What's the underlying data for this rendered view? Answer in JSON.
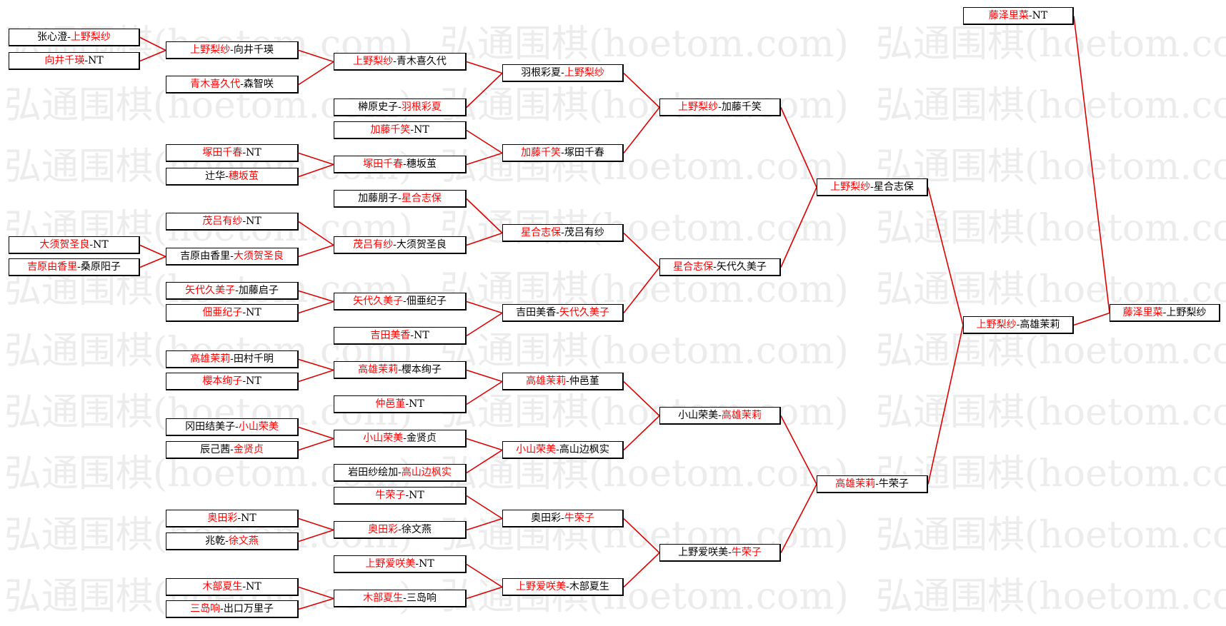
{
  "watermark": "弘通围棋(hoetom.com)",
  "colors": {
    "winner": "#ff0000",
    "loser": "#000000",
    "line": "#e00000"
  },
  "boxes": [
    {
      "id": "r0-1",
      "a": "张心澄",
      "b": "上野梨纱",
      "w": "b"
    },
    {
      "id": "r0-2",
      "a": "向井千瑛",
      "b": "NT",
      "w": "a"
    },
    {
      "id": "r0-3",
      "a": "大须贺圣良",
      "b": "NT",
      "w": "a"
    },
    {
      "id": "r0-4",
      "a": "吉原由香里",
      "b": "桑原阳子",
      "w": "a"
    },
    {
      "id": "r1-1",
      "a": "上野梨纱",
      "b": "向井千瑛",
      "w": "a"
    },
    {
      "id": "r1-2",
      "a": "青木喜久代",
      "b": "森智咲",
      "w": "a"
    },
    {
      "id": "r1-3",
      "a": "塚田千春",
      "b": "NT",
      "w": "a"
    },
    {
      "id": "r1-4",
      "a": "辻华",
      "b": "穗坂茧",
      "w": "b"
    },
    {
      "id": "r1-5",
      "a": "茂吕有纱",
      "b": "NT",
      "w": "a"
    },
    {
      "id": "r1-6",
      "a": "吉原由香里",
      "b": "大须贺圣良",
      "w": "b"
    },
    {
      "id": "r1-7",
      "a": "矢代久美子",
      "b": "加藤启子",
      "w": "a"
    },
    {
      "id": "r1-8",
      "a": "佃亜纪子",
      "b": "NT",
      "w": "a"
    },
    {
      "id": "r1-9",
      "a": "高雄茉莉",
      "b": "田村千明",
      "w": "a"
    },
    {
      "id": "r1-10",
      "a": "櫻本绚子",
      "b": "NT",
      "w": "a"
    },
    {
      "id": "r1-11",
      "a": "冈田结美子",
      "b": "小山荣美",
      "w": "b"
    },
    {
      "id": "r1-12",
      "a": "辰己茜",
      "b": "金贤贞",
      "w": "b"
    },
    {
      "id": "r1-13",
      "a": "奥田彩",
      "b": "NT",
      "w": "a"
    },
    {
      "id": "r1-14",
      "a": "兆乾",
      "b": "徐文燕",
      "w": "b"
    },
    {
      "id": "r1-15",
      "a": "木部夏生",
      "b": "NT",
      "w": "a"
    },
    {
      "id": "r1-16",
      "a": "三岛响",
      "b": "出口万里子",
      "w": "a"
    },
    {
      "id": "r2-1",
      "a": "上野梨纱",
      "b": "青木喜久代",
      "w": "a"
    },
    {
      "id": "r2-2",
      "a": "榊原史子",
      "b": "羽根彩夏",
      "w": "b"
    },
    {
      "id": "r2-3",
      "a": "加藤千笑",
      "b": "NT",
      "w": "a"
    },
    {
      "id": "r2-4",
      "a": "塚田千春",
      "b": "穗坂茧",
      "w": "a"
    },
    {
      "id": "r2-5",
      "a": "加藤朋子",
      "b": "星合志保",
      "w": "b"
    },
    {
      "id": "r2-6",
      "a": "茂吕有纱",
      "b": "大须贺圣良",
      "w": "a"
    },
    {
      "id": "r2-7",
      "a": "矢代久美子",
      "b": "佃亜纪子",
      "w": "a"
    },
    {
      "id": "r2-8",
      "a": "吉田美香",
      "b": "NT",
      "w": "a"
    },
    {
      "id": "r2-9",
      "a": "高雄茉莉",
      "b": "櫻本绚子",
      "w": "a"
    },
    {
      "id": "r2-10",
      "a": "仲邑堇",
      "b": "NT",
      "w": "a"
    },
    {
      "id": "r2-11",
      "a": "小山荣美",
      "b": "金贤贞",
      "w": "a"
    },
    {
      "id": "r2-12",
      "a": "岩田纱绘加",
      "b": "高山边枫实",
      "w": "b"
    },
    {
      "id": "r2-13",
      "a": "牛荣子",
      "b": "NT",
      "w": "a"
    },
    {
      "id": "r2-14",
      "a": "奥田彩",
      "b": "徐文燕",
      "w": "a"
    },
    {
      "id": "r2-15",
      "a": "上野爱咲美",
      "b": "NT",
      "w": "a"
    },
    {
      "id": "r2-16",
      "a": "木部夏生",
      "b": "三岛响",
      "w": "a"
    },
    {
      "id": "r3-1",
      "a": "羽根彩夏",
      "b": "上野梨纱",
      "w": "b"
    },
    {
      "id": "r3-2",
      "a": "加藤千笑",
      "b": "塚田千春",
      "w": "a"
    },
    {
      "id": "r3-3",
      "a": "星合志保",
      "b": "茂吕有纱",
      "w": "a"
    },
    {
      "id": "r3-4",
      "a": "吉田美香",
      "b": "矢代久美子",
      "w": "b"
    },
    {
      "id": "r3-5",
      "a": "高雄茉莉",
      "b": "仲邑堇",
      "w": "a"
    },
    {
      "id": "r3-6",
      "a": "小山荣美",
      "b": "高山边枫实",
      "w": "a"
    },
    {
      "id": "r3-7",
      "a": "奥田彩",
      "b": "牛荣子",
      "w": "b"
    },
    {
      "id": "r3-8",
      "a": "上野爱咲美",
      "b": "木部夏生",
      "w": "a"
    },
    {
      "id": "r4-1",
      "a": "上野梨纱",
      "b": "加藤千笑",
      "w": "a"
    },
    {
      "id": "r4-2",
      "a": "星合志保",
      "b": "矢代久美子",
      "w": "a"
    },
    {
      "id": "r4-3",
      "a": "小山荣美",
      "b": "高雄茉莉",
      "w": "b"
    },
    {
      "id": "r4-4",
      "a": "上野爱咲美",
      "b": "牛荣子",
      "w": "b"
    },
    {
      "id": "r5-1",
      "a": "上野梨纱",
      "b": "星合志保",
      "w": "a"
    },
    {
      "id": "r5-2",
      "a": "高雄茉莉",
      "b": "牛荣子",
      "w": "a"
    },
    {
      "id": "r6-1",
      "a": "上野梨纱",
      "b": "高雄茉莉",
      "w": "a"
    },
    {
      "id": "r6-2",
      "a": "藤泽里菜",
      "b": "NT",
      "w": "a"
    },
    {
      "id": "r7-1",
      "a": "藤泽里菜",
      "b": "上野梨纱",
      "w": "a"
    }
  ]
}
